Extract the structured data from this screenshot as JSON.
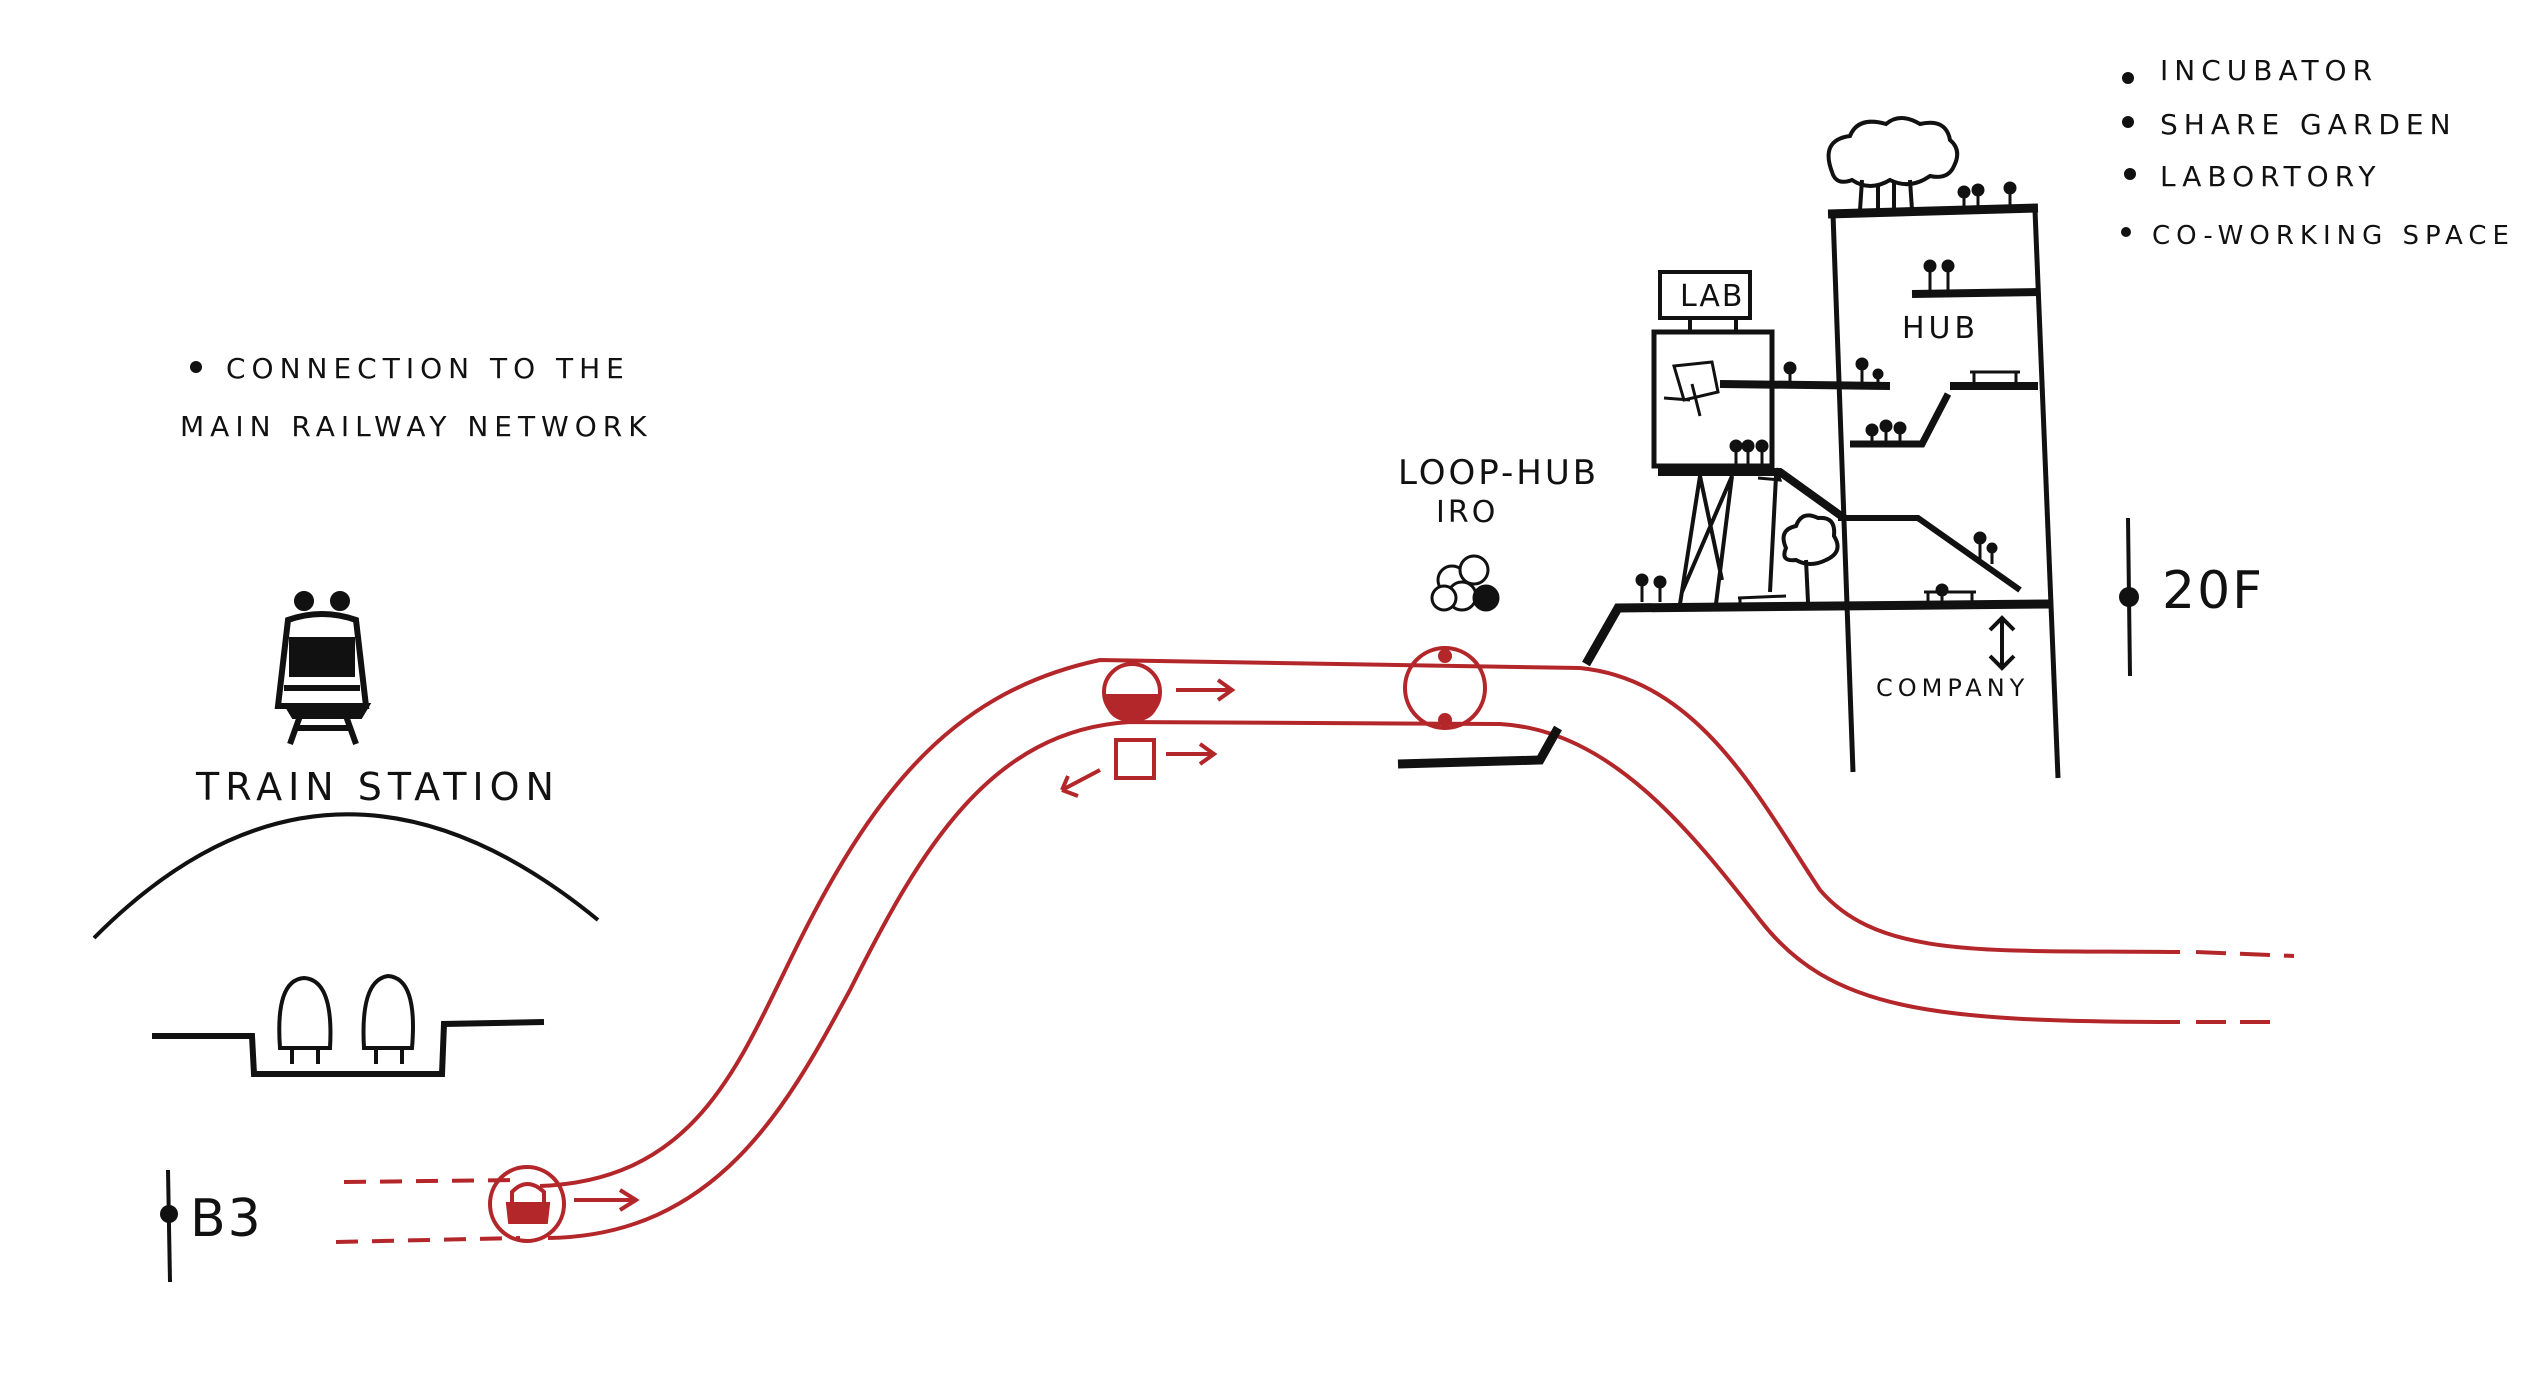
{
  "labels": {
    "connection_line1": "CONNECTION TO THE",
    "connection_line2": "MAIN RAILWAY NETWORK",
    "train_station": "TRAIN STATION",
    "loop_hub_line1": "LOOP-HUB",
    "loop_hub_line2": "IRO",
    "lab_sign": "LAB",
    "hub": "HUB",
    "company": "COMPANY",
    "level_bottom": "B3",
    "level_top": "20F"
  },
  "programs": [
    "INCUBATOR",
    "SHARE GARDEN",
    "LABORTORY",
    "CO-WORKING SPACE"
  ],
  "colors": {
    "ink": "#111111",
    "loop_line": "#b3262a"
  },
  "icons": [
    "train-icon",
    "pod-icon",
    "cargo-box-icon",
    "robot-icon",
    "tree-icon",
    "cloud-tree-icon",
    "person-icon"
  ]
}
